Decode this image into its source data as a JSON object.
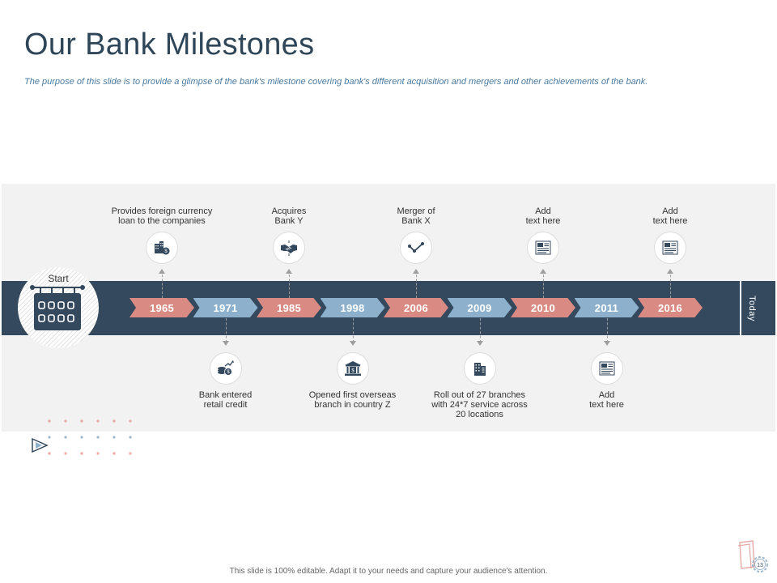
{
  "header": {
    "title": "Our Bank Milestones",
    "subtitle": "The purpose of this slide is to provide a glimpse of the bank's milestone covering bank's different acquisition and mergers and other achievements of the bank."
  },
  "timeline": {
    "start_label": "Start",
    "end_label": "Today",
    "years": [
      {
        "year": "1965",
        "color": "#d98a82"
      },
      {
        "year": "1971",
        "color": "#8db1cc"
      },
      {
        "year": "1985",
        "color": "#d98a82"
      },
      {
        "year": "1998",
        "color": "#8db1cc"
      },
      {
        "year": "2006",
        "color": "#d98a82"
      },
      {
        "year": "2009",
        "color": "#8db1cc"
      },
      {
        "year": "2010",
        "color": "#d98a82"
      },
      {
        "year": "2011",
        "color": "#8db1cc"
      },
      {
        "year": "2016",
        "color": "#d98a82"
      }
    ],
    "events": [
      {
        "year": "1965",
        "position": "above",
        "icon": "office-money-icon",
        "label": "Provides foreign currency\nloan to the companies"
      },
      {
        "year": "1971",
        "position": "below",
        "icon": "coins-growth-icon",
        "label": "Bank entered\nretail credit"
      },
      {
        "year": "1985",
        "position": "above",
        "icon": "handshake-icon",
        "label": "Acquires\nBank Y"
      },
      {
        "year": "1998",
        "position": "below",
        "icon": "bank-building-icon",
        "label": "Opened first overseas\nbranch in country Z"
      },
      {
        "year": "2006",
        "position": "above",
        "icon": "merge-line-icon",
        "label": "Merger of\nBank X"
      },
      {
        "year": "2009",
        "position": "below",
        "icon": "office-building-icon",
        "label": "Roll out of 27 branches\nwith 24*7 service across\n20 locations"
      },
      {
        "year": "2010",
        "position": "above",
        "icon": "document-icon",
        "label": "Add\ntext here"
      },
      {
        "year": "2011",
        "position": "below",
        "icon": "document-icon",
        "label": "Add\ntext here"
      },
      {
        "year": "2016",
        "position": "above",
        "icon": "document-icon",
        "label": "Add\ntext here"
      }
    ]
  },
  "footer": {
    "note": "This slide is 100% editable. Adapt it to your needs and capture your audience's attention.",
    "page_number": "13"
  },
  "colors": {
    "bar": "#34495e",
    "band": "#f2f2f2",
    "red_arrow": "#d98a82",
    "blue_arrow": "#8db1cc",
    "title": "#2f4659"
  }
}
